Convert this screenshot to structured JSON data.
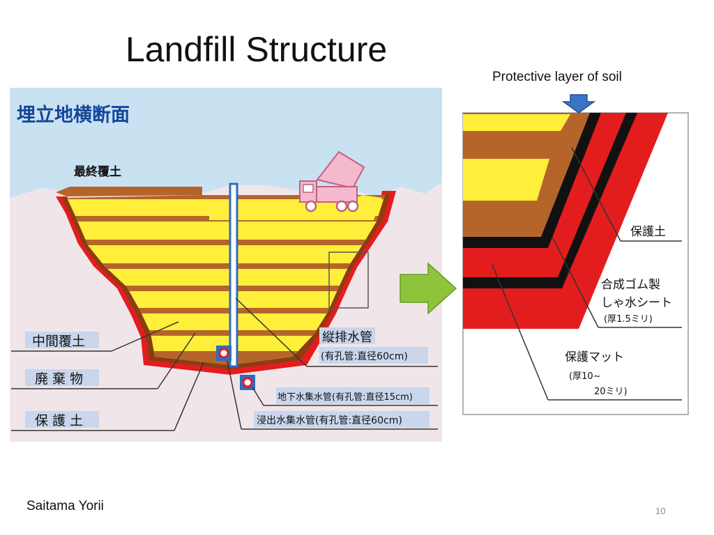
{
  "title": "Landfill Structure",
  "caption": "Protective layer of soil",
  "footer": "Saitama Yorii",
  "page_number": "10",
  "cross_section": {
    "heading": "埋立地横断面",
    "final_cover": "最終覆土",
    "intermediate_cover": "中間覆土",
    "waste": "廃 棄 物",
    "protective_soil": "保 護 土",
    "vertical_pipe_line1": "縦排水管",
    "vertical_pipe_line2": "(有孔管:直径60cm)",
    "groundwater_pipe": "地下水集水管(有孔管:直径15cm)",
    "leachate_pipe": "浸出水集水管(有孔管:直径60cm)"
  },
  "detail": {
    "protective_soil": "保護土",
    "rubber_sheet_line1": "合成ゴム製",
    "rubber_sheet_line2": "しゃ水シート",
    "rubber_sheet_line3": "(厚1.5ミリ)",
    "mat_line1": "保護マット",
    "mat_line2": "(厚10~",
    "mat_line3": "20ミリ)"
  },
  "colors": {
    "sky": "#c9e2f2",
    "ground": "#f0e6ea",
    "waste": "#ffef3a",
    "soil": "#b5652a",
    "liner": "#e31d1d",
    "sheet": "#111111",
    "pipe": "#2f6bc0",
    "arrow": "#8dc43a",
    "truck": "#f4b9cf",
    "label_bg": "#c9d6ec"
  }
}
